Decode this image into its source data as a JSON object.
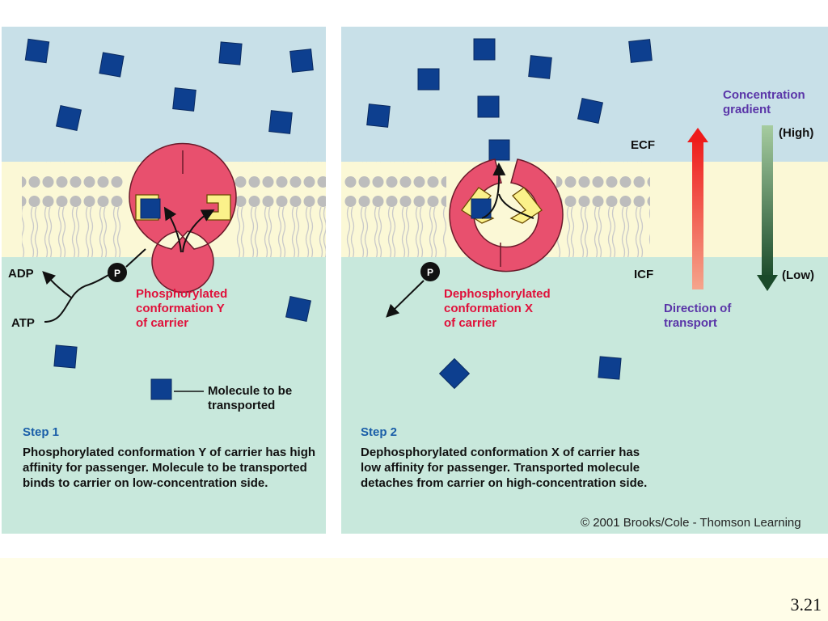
{
  "panel1": {
    "step_label": "Step 1",
    "step_text": "Phosphorylated conformation Y of carrier has high affinity for passenger. Molecule to be transported binds to carrier on low-concentration side.",
    "carrier_label": "Phosphorylated\nconformation Y\nof carrier",
    "adp": "ADP",
    "atp": "ATP",
    "phosphate": "P",
    "legend_label": "Molecule to be\ntransported"
  },
  "panel2": {
    "step_label": "Step 2",
    "step_text": "Dephosphorylated conformation X of carrier has low affinity for passenger. Transported molecule detaches from carrier on high-concentration side.",
    "carrier_label": "Dephosphorylated\nconformation X\nof carrier",
    "phosphate": "P",
    "ecf": "ECF",
    "icf": "ICF",
    "direction_label": "Direction of\ntransport",
    "gradient_label": "Concentration\ngradient",
    "high": "(High)",
    "low": "(Low)",
    "copyright": "© 2001 Brooks/Cole - Thomson Learning"
  },
  "colors": {
    "ecf": "#c8e0e8",
    "membrane": "#fbf8d6",
    "icf": "#c8e8dc",
    "carrier": "#e8506e",
    "molecule": "#0d3f8f",
    "red_text": "#e0103a",
    "step_blue": "#1a5ea8",
    "purple": "#5a35a8"
  },
  "slide_number": "3.21"
}
